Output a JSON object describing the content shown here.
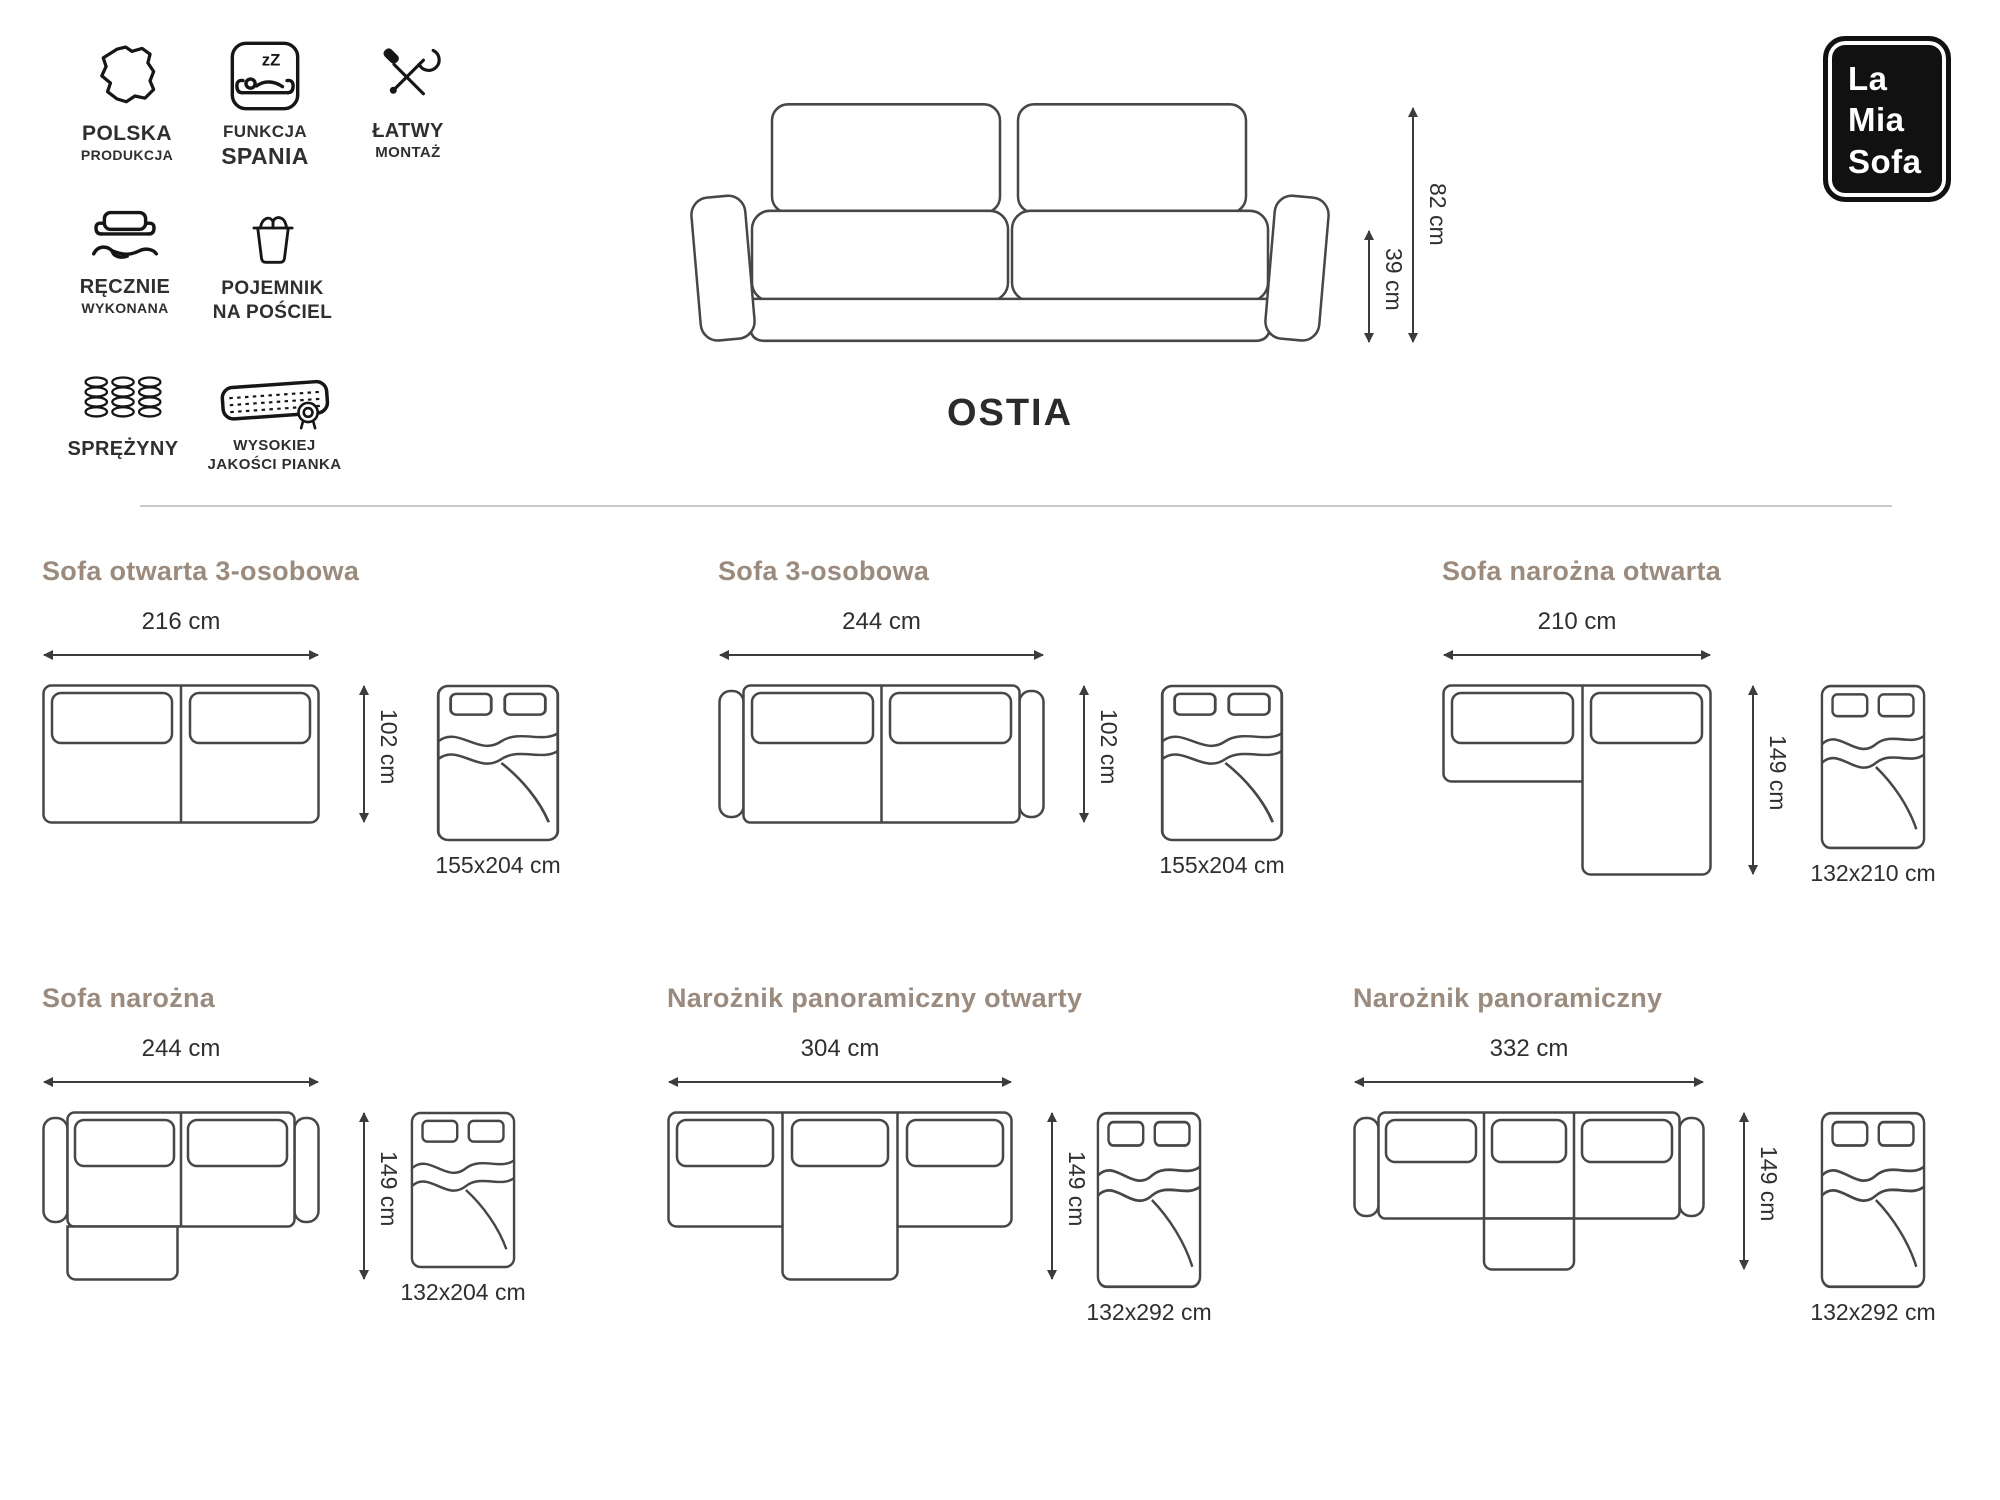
{
  "brand": {
    "logo_lines": [
      "La",
      "Mia",
      "Sofa"
    ]
  },
  "hero": {
    "product_name": "OSTIA",
    "total_height": "82 cm",
    "seat_height": "39 cm",
    "drawing": "sofa-front-view"
  },
  "features": [
    {
      "line1": "POLSKA",
      "line2": "PRODUKCJA",
      "icon": "poland-map-icon"
    },
    {
      "line1": "FUNKCJA",
      "line2": "SPANIA",
      "icon": "sleep-function-icon",
      "icon_text": "zZ"
    },
    {
      "line1": "ŁATWY",
      "line2": "MONTAŻ",
      "icon": "tools-icon"
    },
    {
      "line1": "RĘCZNIE",
      "line2": "WYKONANA",
      "icon": "handmade-icon"
    },
    {
      "line1": "POJEMNIK",
      "line2": "NA POŚCIEL",
      "icon": "bedding-container-icon"
    },
    {
      "line1": "SPRĘŻYNY",
      "line2": "",
      "icon": "springs-icon"
    },
    {
      "line1": "WYSOKIEJ",
      "line2": "JAKOŚCI PIANKA",
      "icon": "foam-quality-icon"
    }
  ],
  "configs": [
    {
      "title": "Sofa otwarta 3-osobowa",
      "width": "216 cm",
      "depth": "102 cm",
      "bed_size": "155x204 cm"
    },
    {
      "title": "Sofa 3-osobowa",
      "width": "244 cm",
      "depth": "102 cm",
      "bed_size": "155x204 cm"
    },
    {
      "title": "Sofa narożna otwarta",
      "width": "210 cm",
      "depth": "149 cm",
      "bed_size": "132x210 cm"
    },
    {
      "title": "Sofa narożna",
      "width": "244 cm",
      "depth": "149 cm",
      "bed_size": "132x204 cm"
    },
    {
      "title": "Narożnik panoramiczny otwarty",
      "width": "304 cm",
      "depth": "149 cm",
      "bed_size": "132x292 cm"
    },
    {
      "title": "Narożnik panoramiczny",
      "width": "332 cm",
      "depth": "149 cm",
      "bed_size": "132x292 cm"
    }
  ],
  "colors": {
    "accent_title": "#9a8b7e",
    "line": "#474747",
    "logo_bg": "#111111",
    "divider": "#c9c9c9"
  }
}
